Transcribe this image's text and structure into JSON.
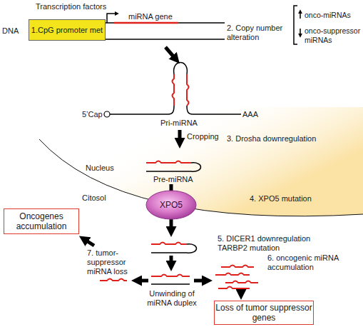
{
  "diagram": {
    "nodes": [
      {
        "text": [
          "1.CpG promoter met"
        ]
      },
      {
        "text": [
          "XPO5"
        ]
      },
      {
        "text": [
          "Oncogenes accumulation"
        ]
      },
      {
        "text": [
          "Loss of tumor suppressor genes"
        ]
      }
    ],
    "labels": [
      "Transcription factors",
      "DNA",
      "miRNA gene",
      "2. Copy number alteration",
      "onco-miRNAs",
      "onco-suppressor miRNAs",
      "5’Cap",
      "AAA",
      "Pri-miRNA",
      "Cropping",
      "3. Drosha downregulation",
      "Pre-miRNA",
      "Nucleus",
      "Citosol",
      "4. XPO5 mutation",
      "5. DICER1 downregulation TARBP2 mutation",
      "7. tumor-suppressor miRNA loss",
      "Unwinding of miRNA duplex",
      "6. oncogenic miRNA accumulation"
    ]
  }
}
